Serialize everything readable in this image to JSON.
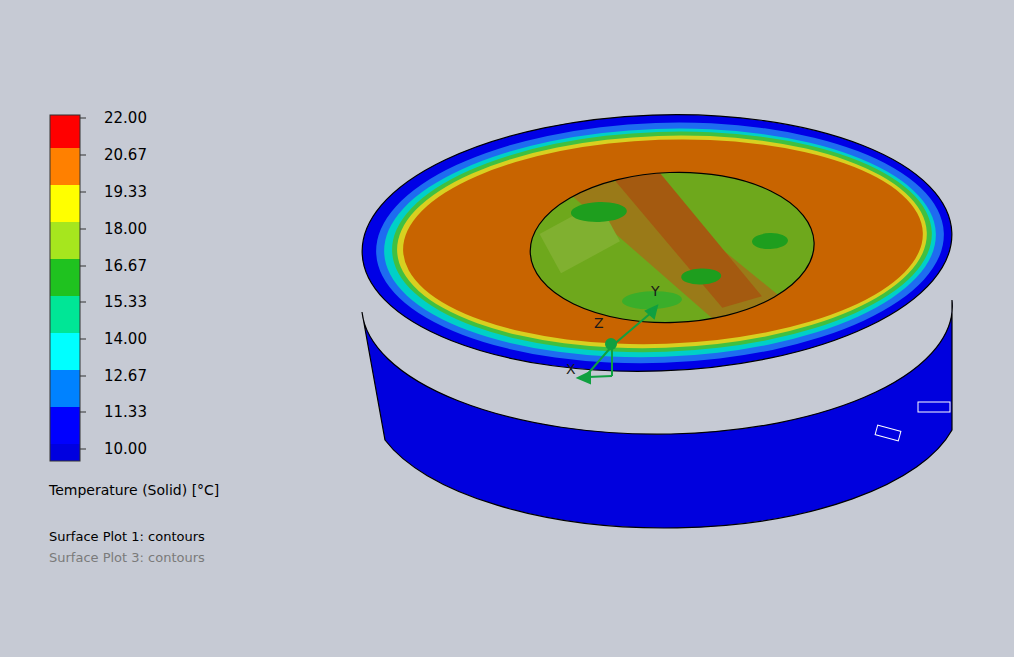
{
  "diagram": {
    "labels": [
      "22.00",
      "20.67",
      "19.33",
      "18.00",
      "16.67",
      "15.33",
      "14.00",
      "12.67",
      "11.33",
      "10.00",
      "Temperature (Solid) [°C]",
      "Surface Plot 1: contours",
      "Surface Plot 3: contours",
      "X",
      "Y",
      "Z"
    ]
  }
}
